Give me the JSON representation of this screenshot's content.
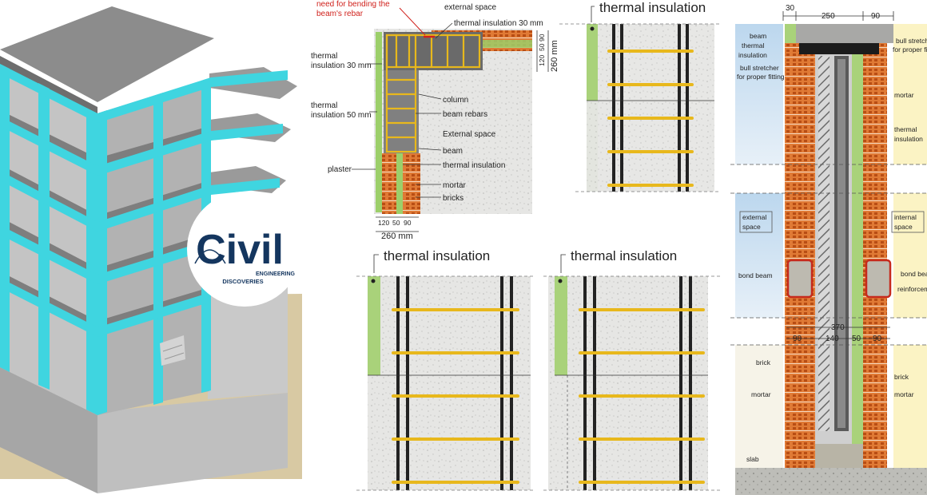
{
  "logo": {
    "main": "Civil",
    "line1": "ENGINEERING",
    "line2": "DISCOVERIES"
  },
  "corner_detail": {
    "annotation": [
      "need for bending the",
      "beam's rebar"
    ],
    "external_space": "external space",
    "thermal_insulation_30_top": "thermal insulation 30 mm",
    "thermal_insulation_30_left": [
      "thermal",
      "insulation 30 mm"
    ],
    "thermal_insulation_50": [
      "thermal",
      "insulation 50 mm"
    ],
    "column": "column",
    "beam_rebars": "beam rebars",
    "external_space_right": "External space",
    "beam": "beam",
    "plaster": "plaster",
    "thermal_insulation": "thermal insulation",
    "mortar": "mortar",
    "bricks": "bricks",
    "dim_vertical_parts": [
      "120",
      "50",
      "90"
    ],
    "dim_vertical_total": "260 mm",
    "dim_bottom_parts": [
      "120",
      "50",
      "90"
    ],
    "dim_bottom_total": "260 mm"
  },
  "wall_panels": {
    "top_title": "thermal insulation",
    "bottom_left_title": "thermal insulation",
    "bottom_right_title": "thermal insulation"
  },
  "section": {
    "top_dims": [
      "30",
      "250",
      "90"
    ],
    "beam": "beam",
    "thermal_insulation": [
      "thermal",
      "insulation"
    ],
    "bull_stretcher_left": [
      "bull stretcher",
      "for proper fitting"
    ],
    "bull_stretcher_right": [
      "bull stretcher",
      "for proper fitting"
    ],
    "mortar_right": "mortar",
    "thermal_insulation_right": [
      "thermal",
      "insulation"
    ],
    "external_space": [
      "external",
      "space"
    ],
    "internal_space": [
      "internal",
      "space"
    ],
    "bond_beam_left": "bond beam",
    "bond_beam_right": "bond beam",
    "reinforcement": "reinforcement",
    "total_dim": "370",
    "bottom_dims": [
      "90",
      "140",
      "50",
      "90"
    ],
    "brick_left": "brick",
    "mortar_left": "mortar",
    "brick_right": "brick",
    "mortar_right_bottom": "mortar",
    "slab": "slab"
  }
}
